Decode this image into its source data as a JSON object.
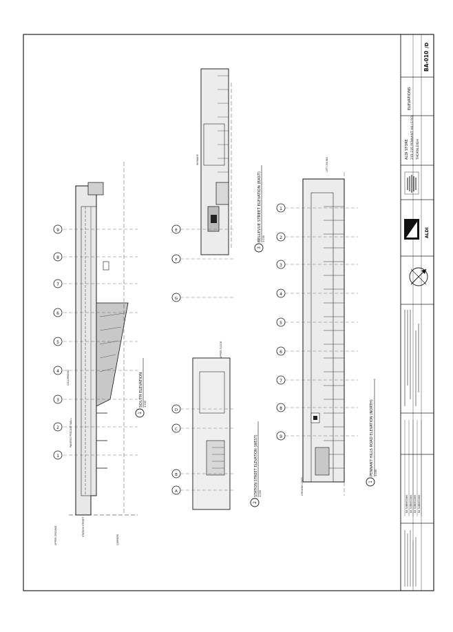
{
  "sheet": {
    "drawing_number": "BA-010",
    "revision": "/D",
    "drawing_title": "ELEVATIONS",
    "project_line1": "ALDI STORE",
    "project_line2": "231-235 PENNANT HILLS RD",
    "project_line3": "THORNLEIGH",
    "client": "ALDI",
    "north_arrow": "north-arrow-icon"
  },
  "elevations": [
    {
      "number": "1",
      "title": "SOUTH ELEVATION",
      "scale": "1:200"
    },
    {
      "number": "2",
      "title": "STATION STREET ELEVATION (WEST)",
      "scale": "1:200"
    },
    {
      "number": "3",
      "title": "BELLEVUE STREET ELEVATION (EAST)",
      "scale": "1:200"
    },
    {
      "number": "1",
      "title": "PENNANT HILLS ROAD ELEVATION (NORTH)",
      "scale": "1:200"
    }
  ],
  "south_grid": [
    "1",
    "2",
    "3",
    "4",
    "5",
    "6",
    "7",
    "8",
    "9"
  ],
  "north_grid": [
    "9",
    "8",
    "7",
    "6",
    "5",
    "4",
    "3",
    "2",
    "1"
  ],
  "west_grid": [
    "A",
    "B",
    "C",
    "D"
  ],
  "east_grid": [
    "E",
    "F",
    "G"
  ],
  "revisions": [
    {
      "rev": "A",
      "desc": "DA SUBMISSION"
    },
    {
      "rev": "B",
      "desc": "DA SUBMISSION"
    },
    {
      "rev": "C",
      "desc": "DA SUBMISSION"
    },
    {
      "rev": "D",
      "desc": "DA SUBMISSION"
    }
  ],
  "labels": {
    "station_street": "STATION STREET",
    "carpark": "CARPARK",
    "upper_ground": "UPPER GROUND",
    "ground_level": "GROUND LEVEL",
    "colorbond": "COLORBOND",
    "painted_precast_wall": "PAINTED PRECAST WALL",
    "signage": "SIGNAGE",
    "lift_ceiling": "LIFT CEILING",
    "upper_floor": "UPPER FLOOR"
  }
}
